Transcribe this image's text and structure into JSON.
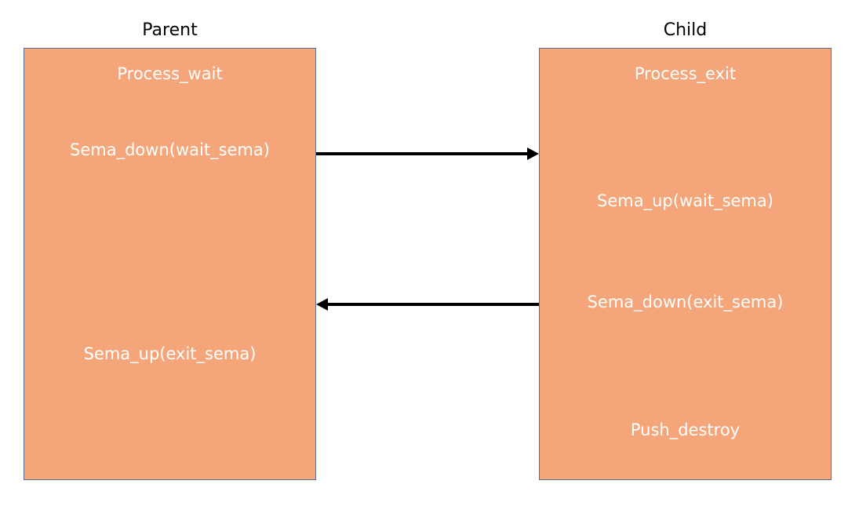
{
  "parent": {
    "title": "Parent",
    "steps": [
      "Process_wait",
      "Sema_down(wait_sema)",
      "Sema_up(exit_sema)"
    ]
  },
  "child": {
    "title": "Child",
    "steps": [
      "Process_exit",
      "Sema_up(wait_sema)",
      "Sema_down(exit_sema)",
      "Push_destroy"
    ]
  },
  "colors": {
    "box_fill": "#F5A57A",
    "box_border": "#5B6F96",
    "box_text": "#FFFFFF",
    "arrow": "#000000"
  }
}
